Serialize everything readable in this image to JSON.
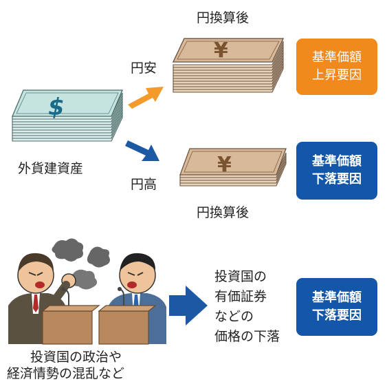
{
  "upper": {
    "asset_label": "外貨建資産",
    "yen_weak_label": "円安",
    "yen_strong_label": "円高",
    "converted_top_label": "円換算後",
    "converted_bottom_label": "円換算後",
    "dollar_symbol": "$",
    "yen_symbol": "¥",
    "badge_up": {
      "line1": "基準価額",
      "line2": "上昇要因",
      "color": "#f08a1c"
    },
    "badge_down": {
      "line1": "基準価額",
      "line2": "下落要因",
      "color": "#1457a8"
    }
  },
  "lower": {
    "cause_lines": [
      "投資国の政治や",
      "経済情勢の混乱など"
    ],
    "effect_lines": [
      "投資国の",
      "有価証券",
      "などの",
      "価格の下落"
    ],
    "badge_down": {
      "line1": "基準価額",
      "line2": "下落要因",
      "color": "#1457a8"
    }
  },
  "colors": {
    "orange_arrow": "#f39a2a",
    "blue_arrow": "#1d58a5",
    "dollar_bill": "#c5e4e0",
    "yen_bill": "#d8b99a"
  }
}
